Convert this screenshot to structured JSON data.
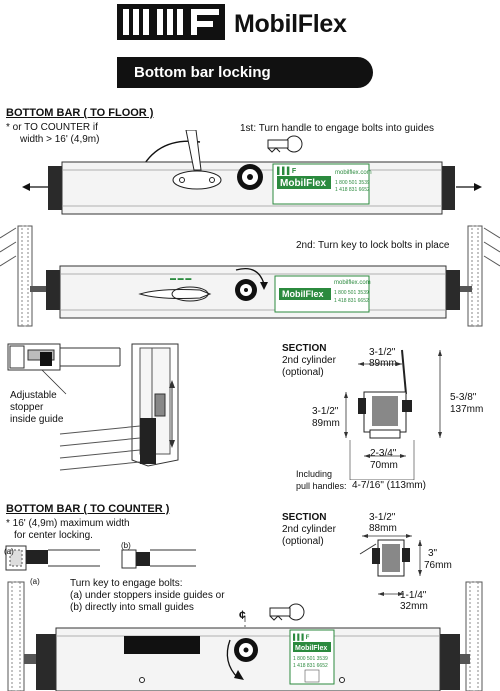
{
  "brand": {
    "name": "MobilFlex"
  },
  "banner": {
    "title": "Bottom bar locking"
  },
  "floor": {
    "title": "BOTTOM BAR  ( TO FLOOR )",
    "note_line1": "* or TO COUNTER if",
    "note_line2": "width > 16' (4,9m)",
    "step1": "1st: Turn handle to engage bolts into guides",
    "step2": "2nd: Turn key to lock bolts in place",
    "stopper": [
      "Adjustable",
      "stopper",
      "inside guide"
    ]
  },
  "label": {
    "brand": "MobilFlex",
    "url": "mobilflex.com",
    "phone1": "1 800 501 3539",
    "phone2": "1 418 831 6652"
  },
  "section1": {
    "title": "SECTION",
    "subtitle1": "2nd cylinder",
    "subtitle2": "(optional)",
    "top_in": "3-1/2\"",
    "top_mm": "89mm",
    "left_in": "3-1/2\"",
    "left_mm": "89mm",
    "right_in": "5-3/8\"",
    "right_mm": "137mm",
    "bottom_in": "2-3/4\"",
    "bottom_mm": "70mm",
    "including1": "Including",
    "including2": "pull handles:",
    "handles": "4-7/16\" (113mm)"
  },
  "counter": {
    "title": "BOTTOM BAR  ( TO COUNTER )",
    "note_line1": "* 16' (4,9m) maximum width",
    "note_line2": "for center locking.",
    "tag_a": "(a)",
    "tag_b": "(b)",
    "tag_a2": "(a)",
    "step1": "Turn key to engage bolts:",
    "step2": "(a) under stoppers inside guides or",
    "step3": "(b) directly into small guides",
    "center": "¢"
  },
  "section2": {
    "title": "SECTION",
    "subtitle1": "2nd cylinder",
    "subtitle2": "(optional)",
    "top_in": "3-1/2\"",
    "top_mm": "88mm",
    "right_in": "3\"",
    "right_mm": "76mm",
    "bottom_in": "1-1/4\"",
    "bottom_mm": "32mm"
  }
}
